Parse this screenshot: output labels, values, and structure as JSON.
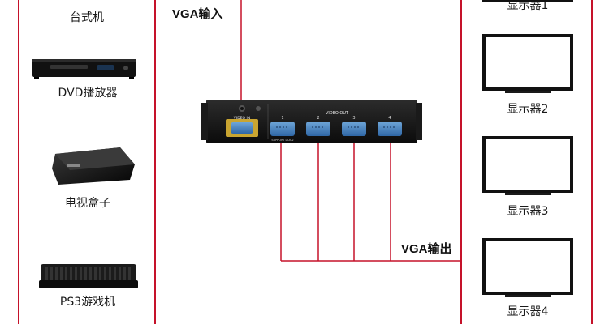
{
  "sources": {
    "desktop": "台式机",
    "dvd": "DVD播放器",
    "tvbox": "电视盒子",
    "ps3": "PS3游戏机"
  },
  "labels": {
    "vga_in": "VGA输入",
    "vga_out": "VGA输出"
  },
  "device": {
    "video_in": "VIDEO IN",
    "video_out": "VIDEO OUT",
    "ports": [
      "1",
      "2",
      "3",
      "4"
    ],
    "support": "SUPPORT DDC2"
  },
  "monitors": [
    "显示器1",
    "显示器2",
    "显示器3",
    "显示器4"
  ],
  "colors": {
    "line_red": "#c5122a"
  }
}
